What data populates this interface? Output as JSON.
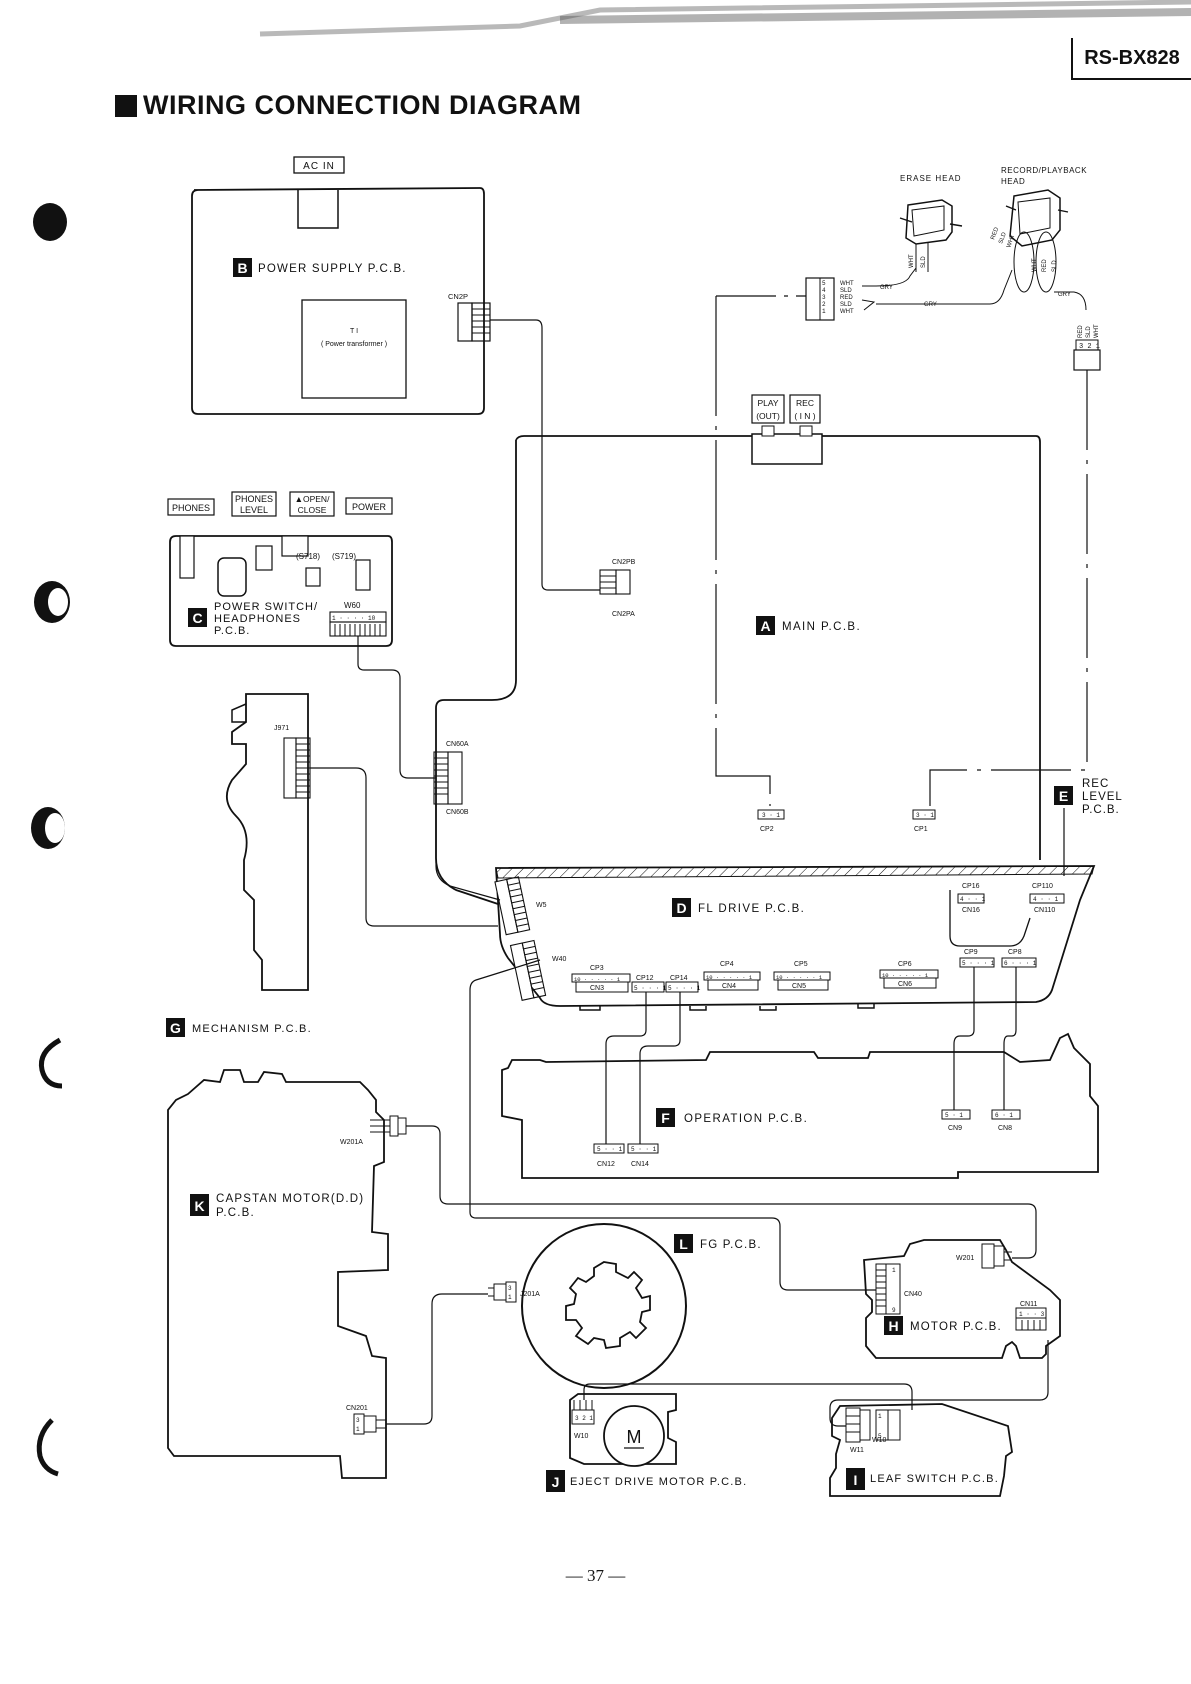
{
  "header": {
    "model": "RS-BX828",
    "title": "WIRING CONNECTION DIAGRAM"
  },
  "page": {
    "number": "— 37 —"
  },
  "boards": {
    "B": {
      "letter": "B",
      "name": "POWER SUPPLY P.C.B."
    },
    "C": {
      "letter": "C",
      "name_line1": "POWER SWITCH/",
      "name_line2": "HEADPHONES",
      "name_line3": "P.C.B."
    },
    "A": {
      "letter": "A",
      "name": "MAIN P.C.B."
    },
    "E": {
      "letter": "E",
      "name_line1": "REC",
      "name_line2": "LEVEL",
      "name_line3": "P.C.B."
    },
    "D": {
      "letter": "D",
      "name": "FL DRIVE P.C.B."
    },
    "G": {
      "letter": "G",
      "name": "MECHANISM P.C.B."
    },
    "F": {
      "letter": "F",
      "name": "OPERATION P.C.B."
    },
    "K": {
      "letter": "K",
      "name_line1": "CAPSTAN MOTOR(D.D)",
      "name_line2": "P.C.B."
    },
    "L": {
      "letter": "L",
      "name": "FG P.C.B."
    },
    "H": {
      "letter": "H",
      "name": "MOTOR P.C.B."
    },
    "J": {
      "letter": "J",
      "name": "EJECT DRIVE MOTOR P.C.B."
    },
    "I": {
      "letter": "I",
      "name": "LEAF SWITCH P.C.B."
    }
  },
  "labels": {
    "ac_in": "AC IN",
    "transformer_line1": "T I",
    "transformer_line2": "( Power transformer )",
    "erase_head": "ERASE HEAD",
    "rec_play_head_line1": "RECORD/PLAYBACK",
    "rec_play_head_line2": "HEAD",
    "play_line1": "PLAY",
    "play_line2": "(OUT)",
    "rec_line1": "REC",
    "rec_line2": "( I N )",
    "phones": "PHONES",
    "phones_level_line1": "PHONES",
    "phones_level_line2": "LEVEL",
    "open_close_line1": "▲OPEN/",
    "open_close_line2": "CLOSE",
    "power": "POWER",
    "s718": "(S718)",
    "s719": "(S719)",
    "motor_m": "M"
  },
  "connectors": {
    "cn2p": "CN2P",
    "cn2pb": "CN2PB",
    "cn2pa": "CN2PA",
    "w60": "W60",
    "j971": "J971",
    "cn60a": "CN60A",
    "cn60b": "CN60B",
    "cp2": "CP2",
    "cp1": "CP1",
    "w5": "W5",
    "w40": "W40",
    "cp3": "CP3",
    "cn3": "CN3",
    "cp12": "CP12",
    "cp14": "CP14",
    "cp4": "CP4",
    "cn4": "CN4",
    "cp5": "CP5",
    "cn5": "CN5",
    "cp6": "CP6",
    "cn6": "CN6",
    "cp16": "CP16",
    "cn16": "CN16",
    "cp110": "CP110",
    "cn110": "CN110",
    "cp9": "CP9",
    "cp8": "CP8",
    "cn12": "CN12",
    "cn14": "CN14",
    "cn9": "CN9",
    "cn8": "CN8",
    "w201a": "W201A",
    "j201a": "J201A",
    "cn201": "CN201",
    "w201": "W201",
    "cn40": "CN40",
    "cn11": "CN11",
    "w10_j": "W10",
    "w10_i": "W10",
    "w11": "W11"
  },
  "wires": {
    "wht": "WHT",
    "sld": "SLD",
    "red": "RED",
    "gry": "GRY"
  }
}
